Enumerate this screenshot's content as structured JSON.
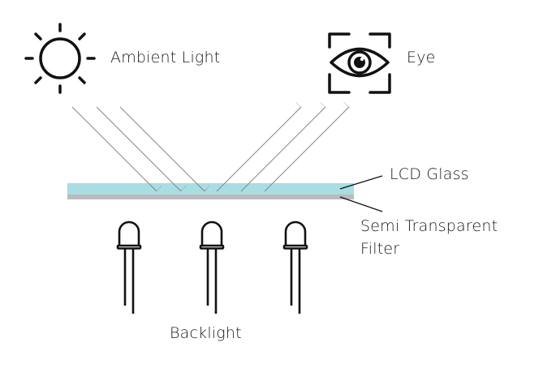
{
  "labels": {
    "ambient_light": "Ambient Light",
    "eye": "Eye",
    "lcd_glass": "LCD Glass",
    "filter_line1": "Semi Transparent",
    "filter_line2": "Filter",
    "backlight": "Backlight"
  },
  "icons": {
    "sun": "sun-icon",
    "eye": "eye-scan-icon",
    "led": "led-icon"
  },
  "colors": {
    "glass": "#a8dde3",
    "filter": "#bbbbbb",
    "ray": "#8a8a8a",
    "ink": "#111111"
  },
  "rays": {
    "incident_count": 3,
    "reflected_count": 3
  },
  "leds": {
    "count": 3
  }
}
